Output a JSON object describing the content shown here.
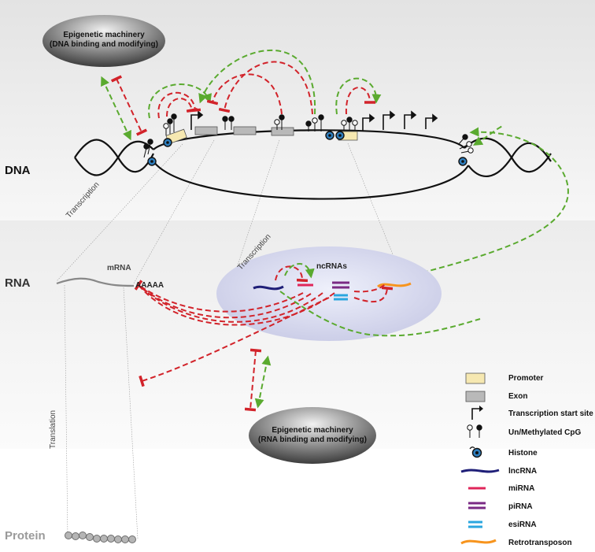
{
  "levels": {
    "dna": "DNA",
    "rna": "RNA",
    "protein": "Protein"
  },
  "processes": {
    "transcription_1": "Transcription",
    "transcription_2": "Transcription",
    "translation": "Translation"
  },
  "mrna": {
    "label": "mRNA",
    "tail": "AAAAA"
  },
  "ncrna": {
    "label": "ncRNAs"
  },
  "epigenetic_top": {
    "line1": "Epigenetic machinery",
    "line2": "(DNA binding and modifying)"
  },
  "epigenetic_bottom": {
    "line1": "Epigenetic machinery",
    "line2": "(RNA binding and modifying)"
  },
  "legend": {
    "items": [
      {
        "label": "Promoter",
        "icon": "promoter-box"
      },
      {
        "label": "Exon",
        "icon": "exon-box"
      },
      {
        "label": "Transcription start site",
        "icon": "tss-arrow"
      },
      {
        "label": "Un/Methylated CpG",
        "icon": "cpg-lollipops"
      },
      {
        "label": "Histone",
        "icon": "histone"
      },
      {
        "label": "lncRNA",
        "icon": "lncrna-line",
        "color": "#1f1f78"
      },
      {
        "label": "miRNA",
        "icon": "mirna-line",
        "color": "#e0265a"
      },
      {
        "label": "piRNA",
        "icon": "pirna-lines",
        "color": "#7a2a84"
      },
      {
        "label": "esiRNA",
        "icon": "esirna-lines",
        "color": "#2aa6df"
      },
      {
        "label": "Retrotransposon",
        "icon": "retro-line",
        "color": "#f7941d"
      }
    ]
  },
  "colors": {
    "activation": "#5aaa2f",
    "inhibition": "#d2232a",
    "promoter": "#f6e8b1",
    "exon": "#b9b9b9"
  }
}
